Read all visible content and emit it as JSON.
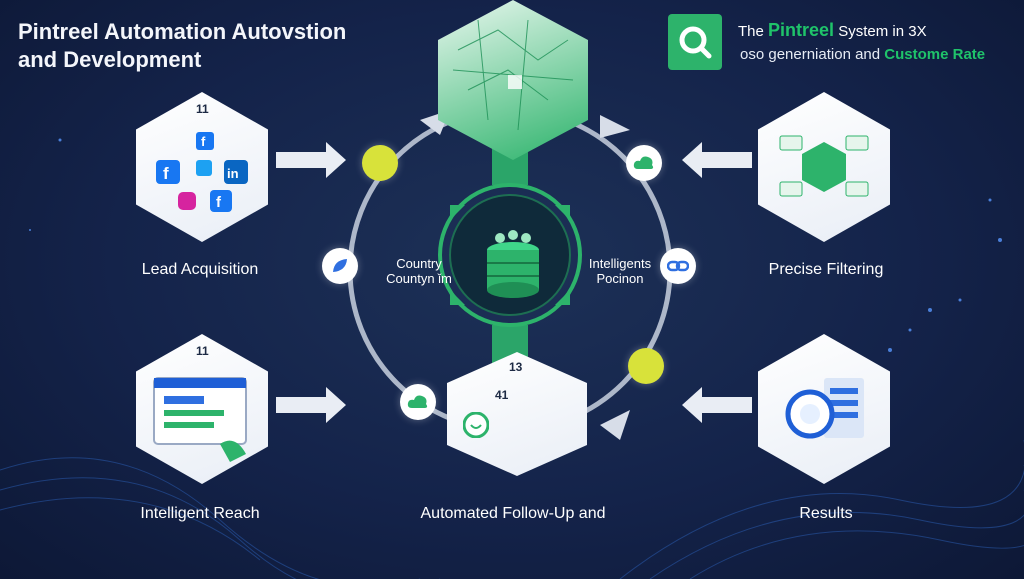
{
  "header": {
    "title_line1": "Pintreel Automation Autovstion",
    "title_line2": "and Development",
    "brand_line1_prefix": "The ",
    "brand_line1_highlight": "Pintreel",
    "brand_line1_suffix": " System in 3X",
    "brand_line2_prefix": "oso generniation and ",
    "brand_line2_highlight": "Custome Rate"
  },
  "sections": {
    "lead": {
      "number": "11",
      "label": "Lead Acquisition"
    },
    "reach": {
      "number": "11",
      "label": "Intelligent Reach"
    },
    "followup": {
      "number": "13",
      "subnumber": "41",
      "label": "Automated Follow-Up and"
    },
    "filtering": {
      "label": "Precise Filtering"
    },
    "results": {
      "label": "Results"
    }
  },
  "center": {
    "left_line1": "Country",
    "left_line2": "Countyn ǐm",
    "right_line1": "Intelligents",
    "right_line2": "Pocinon"
  },
  "colors": {
    "accent": "#2db36b",
    "bg": "#14234a",
    "node_yellow": "#d8e23a"
  },
  "icons": [
    "facebook-icon",
    "linkedin-icon",
    "instagram-icon",
    "twitter-icon",
    "database-icon",
    "hexagon-icon"
  ]
}
